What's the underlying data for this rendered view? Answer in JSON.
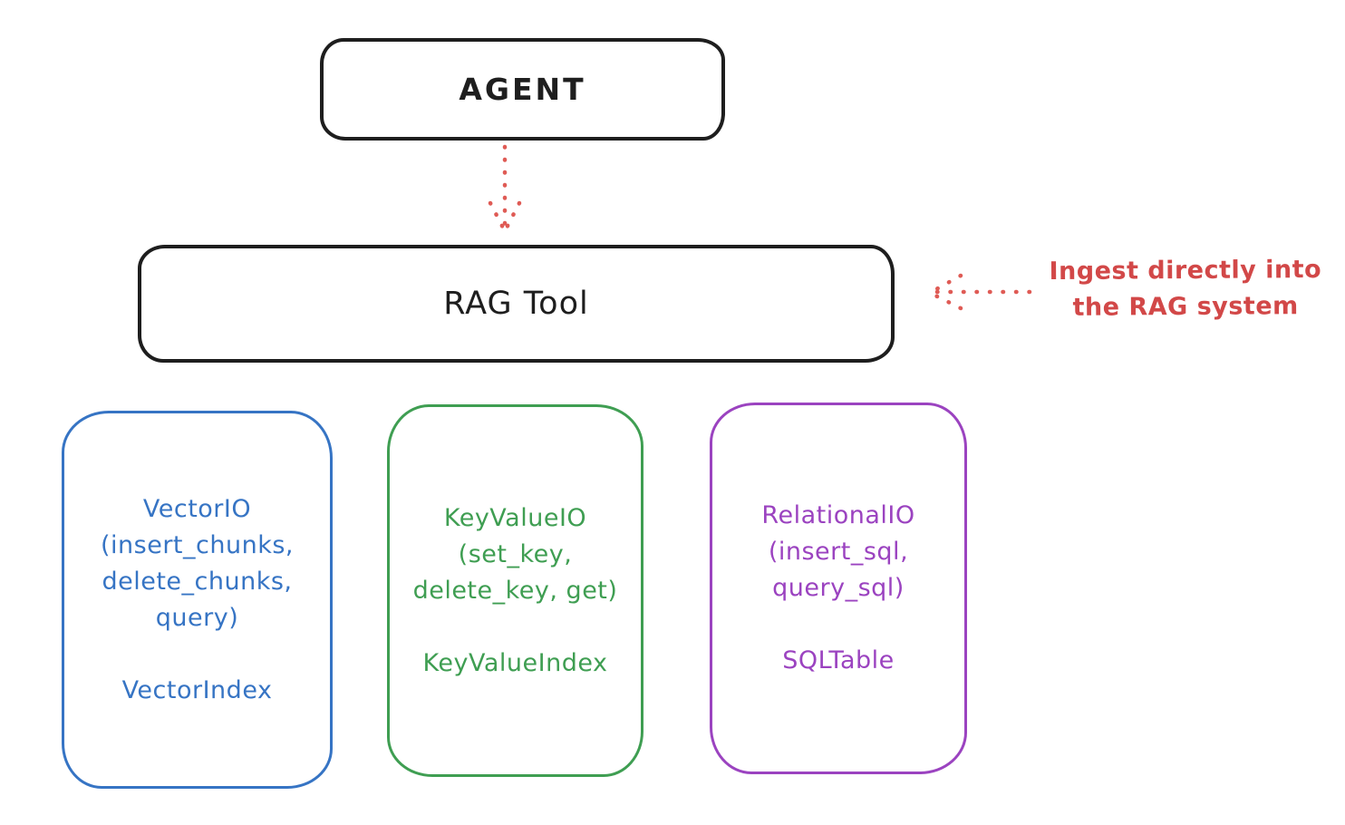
{
  "diagram": {
    "background": "#ffffff",
    "stroke_color": "#1e1e1e",
    "agent": {
      "label": "AGENT"
    },
    "rag_tool": {
      "label": "RAG Tool"
    },
    "annotation": {
      "line1": "Ingest directly into",
      "line2": "the RAG system",
      "color": "#d24848"
    },
    "arrows": [
      {
        "name": "agent-to-rag-tool",
        "style": "dotted",
        "direction": "down",
        "color": "#df5b55"
      },
      {
        "name": "annotation-to-rag-tool",
        "style": "dotted",
        "direction": "left",
        "color": "#df5b55"
      }
    ],
    "storage_boxes": [
      {
        "id": "vector",
        "color": "#3674c4",
        "lines": [
          "VectorIO",
          "(insert_chunks,",
          "delete_chunks,",
          "query)"
        ],
        "index_label": "VectorIndex"
      },
      {
        "id": "keyvalue",
        "color": "#3f9e52",
        "lines": [
          "KeyValueIO",
          "(set_key,",
          "delete_key, get)"
        ],
        "index_label": "KeyValueIndex"
      },
      {
        "id": "relational",
        "color": "#9b43c0",
        "lines": [
          "RelationalIO",
          "(insert_sql,",
          "query_sql)"
        ],
        "index_label": "SQLTable"
      }
    ]
  }
}
